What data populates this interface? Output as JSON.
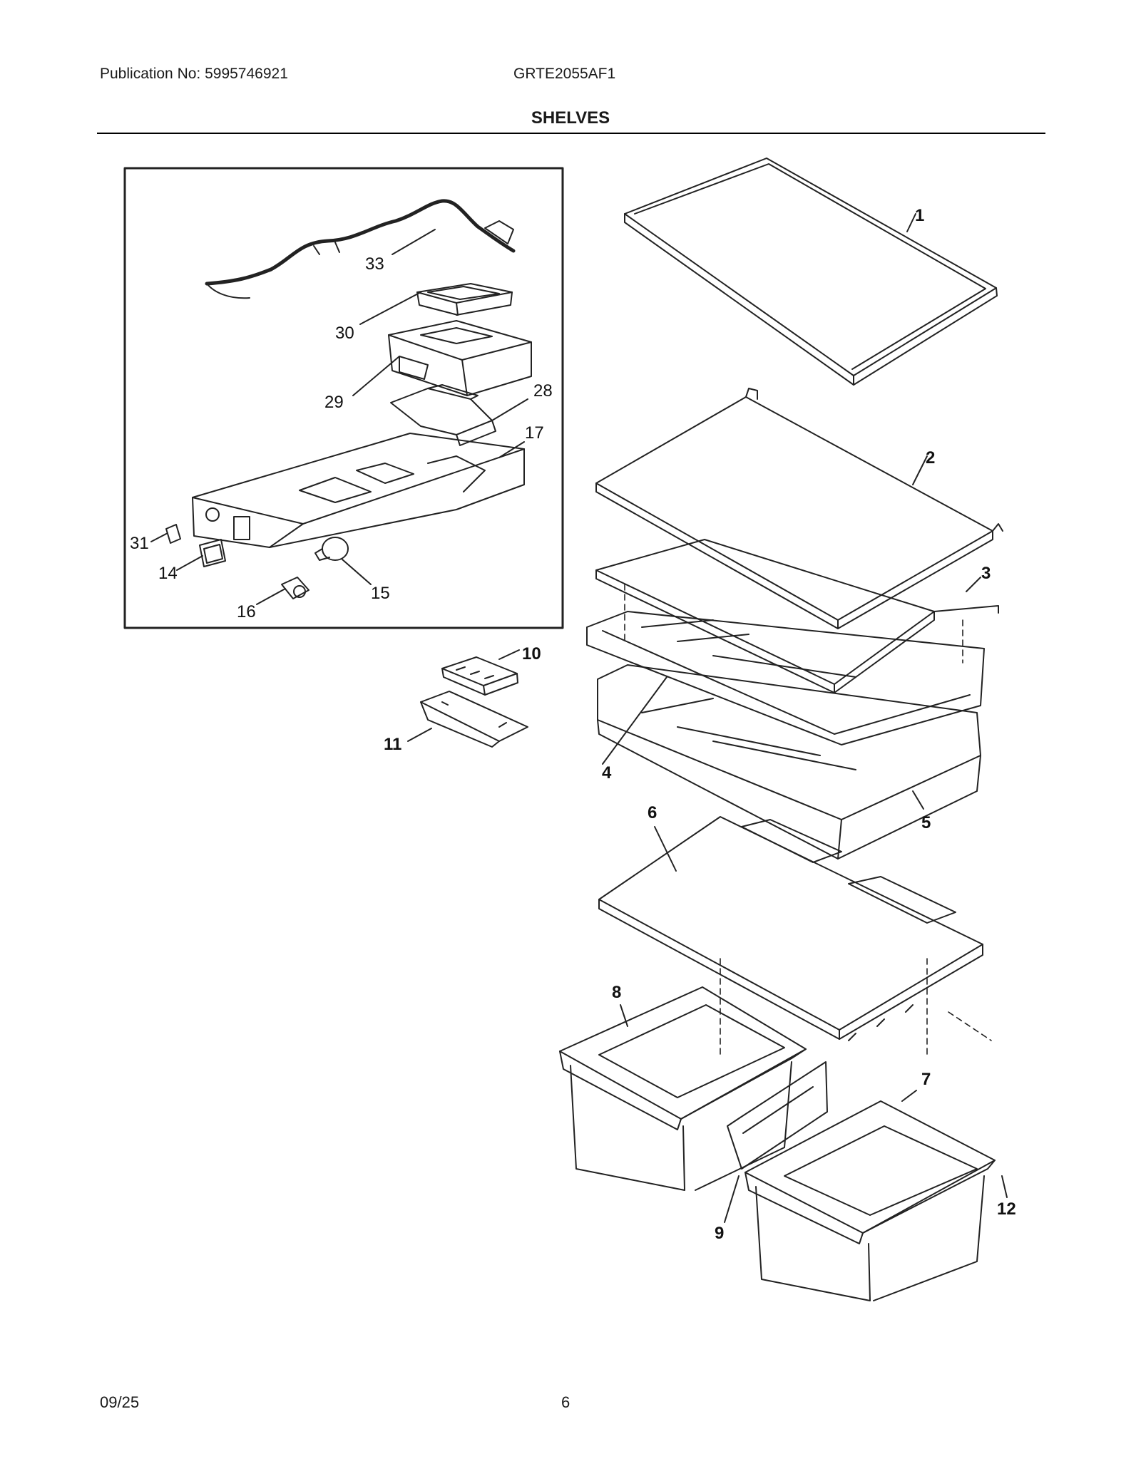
{
  "header": {
    "publication": "Publication No: 5995746921",
    "model": "GRTE2055AF1",
    "section_title": "SHELVES"
  },
  "callouts": {
    "c1": "1",
    "c2": "2",
    "c3": "3",
    "c4": "4",
    "c5": "5",
    "c6": "6",
    "c7": "7",
    "c8": "8",
    "c9": "9",
    "c10": "10",
    "c11": "11",
    "c12": "12",
    "c14": "14",
    "c15": "15",
    "c16": "16",
    "c17": "17",
    "c28": "28",
    "c29": "29",
    "c30": "30",
    "c31": "31",
    "c33": "33"
  },
  "footer": {
    "date": "09/25",
    "page_number": "6"
  }
}
